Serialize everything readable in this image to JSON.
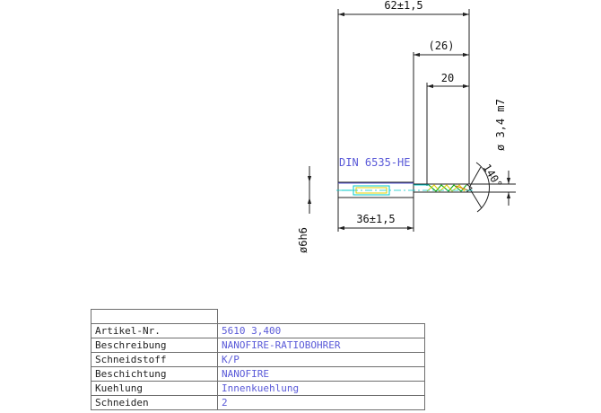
{
  "drawing": {
    "dims": {
      "overall_length": "62±1,5",
      "ref_length": "(26)",
      "flute_length": "20",
      "shank_length": "36±1,5",
      "shank_diameter": "ø6h6",
      "cutting_diameter": "ø 3,4 m7",
      "point_angle": "140°"
    },
    "standard_label": "DIN 6535-HE",
    "colors": {
      "outline": "#222222",
      "blue": "#5a5ad8",
      "cyan": "#00c8c8",
      "yellow": "#e0d000",
      "green": "#00a000",
      "orange": "#d87000"
    }
  },
  "table": {
    "rows": [
      {
        "label": "Artikel-Nr.",
        "value": "5610 3,400"
      },
      {
        "label": "Beschreibung",
        "value": "NANOFIRE-RATIOBOHRER"
      },
      {
        "label": "Schneidstoff",
        "value": "K/P"
      },
      {
        "label": "Beschichtung",
        "value": "NANOFIRE"
      },
      {
        "label": "Kuehlung",
        "value": "Innenkuehlung"
      },
      {
        "label": "Schneiden",
        "value": "2"
      }
    ]
  }
}
